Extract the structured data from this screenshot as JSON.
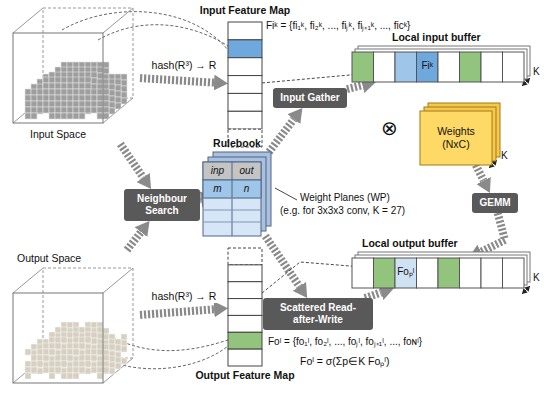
{
  "diagram": {
    "nodes": [
      {
        "text": [
          "Input Space"
        ]
      },
      {
        "text": [
          "Output Space"
        ]
      },
      {
        "text": [
          "Input Feature Map"
        ]
      },
      {
        "text": [
          "Output Feature Map"
        ]
      },
      {
        "text": [
          "Neighbour Search"
        ]
      },
      {
        "text": [
          "Rulebook",
          "inp",
          "out",
          "m",
          "n"
        ]
      },
      {
        "text": [
          "Input Gather"
        ]
      },
      {
        "text": [
          "Local input buffer",
          "Fiᵏ"
        ]
      },
      {
        "text": [
          "Weights (NxC)"
        ]
      },
      {
        "text": [
          "GEMM"
        ]
      },
      {
        "text": [
          "Local output buffer",
          "Foₚˡ"
        ]
      },
      {
        "text": [
          "Scattered Read-after-Write"
        ]
      }
    ],
    "edges": [
      {
        "from": 0,
        "to": 4,
        "arrow": "to"
      },
      {
        "from": 1,
        "to": 4,
        "arrow": "to"
      },
      {
        "from": 4,
        "to": 5,
        "arrow": "to"
      },
      {
        "from": 0,
        "to": 2,
        "label": "hash(R³) → R",
        "arrow": "to"
      },
      {
        "from": 1,
        "to": 3,
        "label": "hash(R³) → R",
        "arrow": "to"
      },
      {
        "from": 5,
        "to": 6,
        "arrow": "to"
      },
      {
        "from": 6,
        "to": 7,
        "arrow": "to"
      },
      {
        "from": 5,
        "to": 11,
        "arrow": "to"
      },
      {
        "from": 11,
        "to": 10,
        "arrow": "to"
      },
      {
        "from": 8,
        "to": 9,
        "arrow": "to"
      },
      {
        "from": 9,
        "to": 10,
        "arrow": "to"
      },
      {
        "from": 2,
        "to": 7,
        "arrow": "none"
      },
      {
        "from": 3,
        "to": 10,
        "arrow": "none"
      }
    ],
    "labels": [
      "Fiᵏ = {fi₁ᵏ, fi₂ᵏ, ..., fiⱼᵏ, fiⱼ₊₁ᵏ, ..., fiᴄᵏ}",
      "Weight Planes (WP)",
      "(e.g. for 3x3x3 conv, K = 27)",
      "⊗",
      "K",
      "K",
      "K",
      "Foˡ = {fo₁ˡ, fo₂ˡ, ..., foⱼˡ, foⱼ₊₁ˡ, ..., foɴˡ}",
      "Foˡ = σ(Σp∈K Foₚˡ)"
    ]
  }
}
